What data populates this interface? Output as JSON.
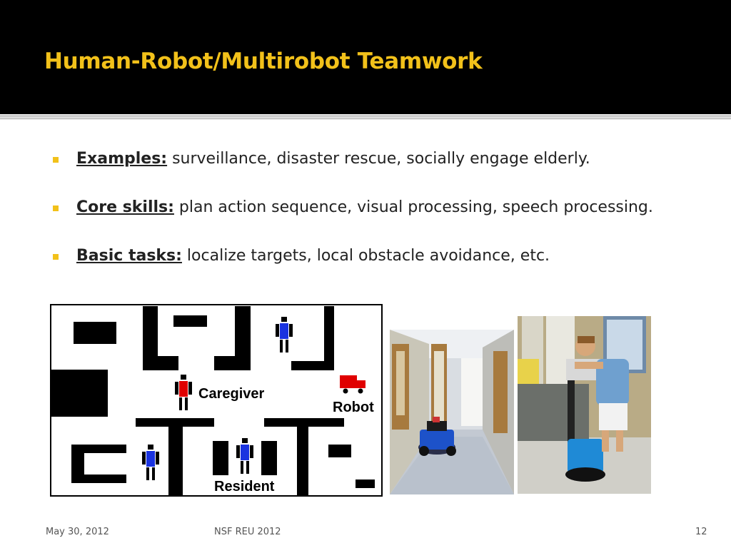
{
  "title": "Human-Robot/Multirobot Teamwork",
  "bullets": [
    {
      "term": "Examples:",
      "text": " surveillance, disaster rescue, socially engage elderly."
    },
    {
      "term": "Core skills:",
      "text": " plan action sequence, visual processing, speech processing."
    },
    {
      "term": "Basic tasks:",
      "text": " localize targets, local obstacle avoidance, etc."
    }
  ],
  "map": {
    "caregiver_label": "Caregiver",
    "robot_label": "Robot",
    "resident_label": "Resident"
  },
  "footer": {
    "date": "May 30, 2012",
    "center": "NSF REU 2012",
    "page": "12"
  },
  "colors": {
    "accent": "#f2c11a",
    "header_bg": "#000000",
    "caregiver": "#e00000",
    "resident": "#1a33e0",
    "robot": "#e00000"
  }
}
